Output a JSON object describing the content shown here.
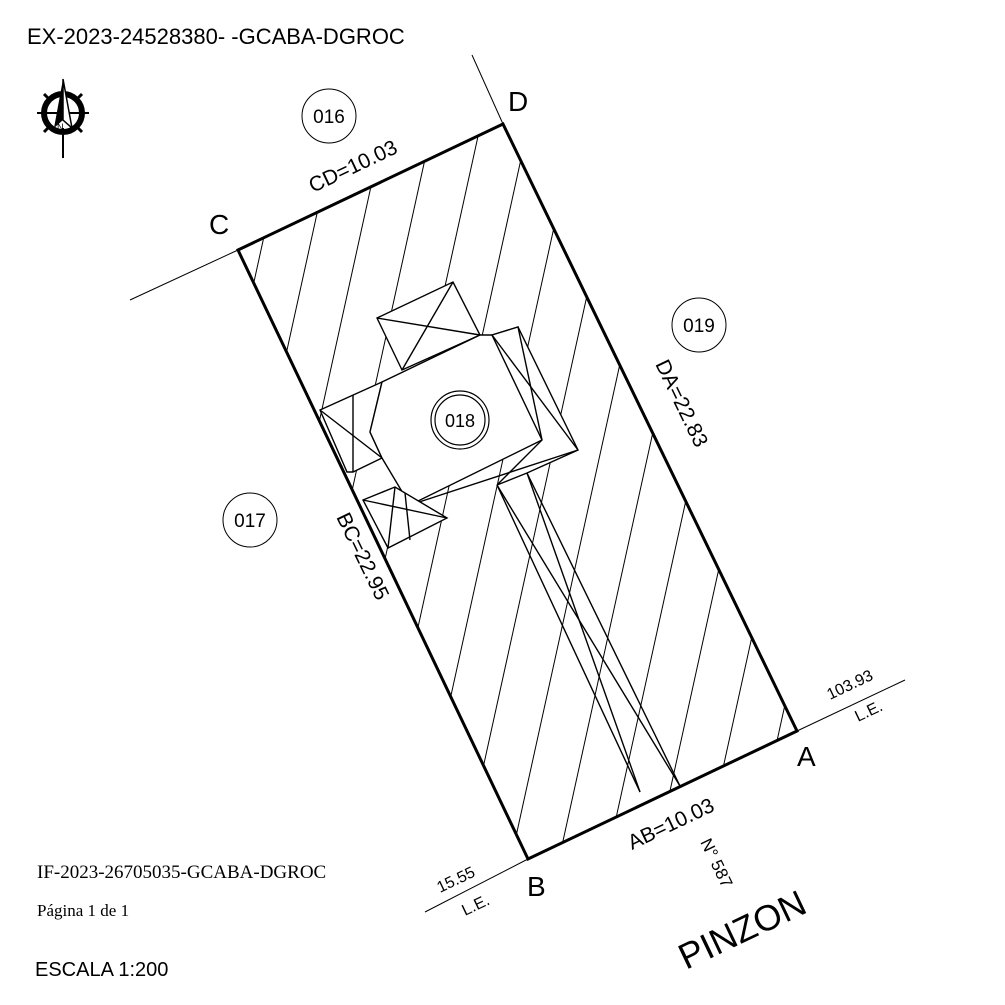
{
  "header": {
    "expediente": "EX-2023-24528380- -GCABA-DGROC"
  },
  "compass": {
    "icon": "north-arrow-icon"
  },
  "parcels": {
    "main": "018",
    "neighbors": [
      "016",
      "019",
      "017"
    ]
  },
  "vertices": {
    "a": "A",
    "b": "B",
    "c": "C",
    "d": "D"
  },
  "dimensions": {
    "cd": "CD=10.03",
    "da": "DA=22.83",
    "bc": "BC=22.95",
    "ab": "AB=10.03"
  },
  "line_edificacion": {
    "right_value": "103.93",
    "right_label": "L.E.",
    "left_value": "15.55",
    "left_label": "L.E."
  },
  "street": {
    "name": "PINZON",
    "number": "N° 587"
  },
  "footer": {
    "document_id": "IF-2023-26705035-GCABA-DGROC",
    "page": "Página 1 de 1",
    "scale": "ESCALA 1:200"
  }
}
